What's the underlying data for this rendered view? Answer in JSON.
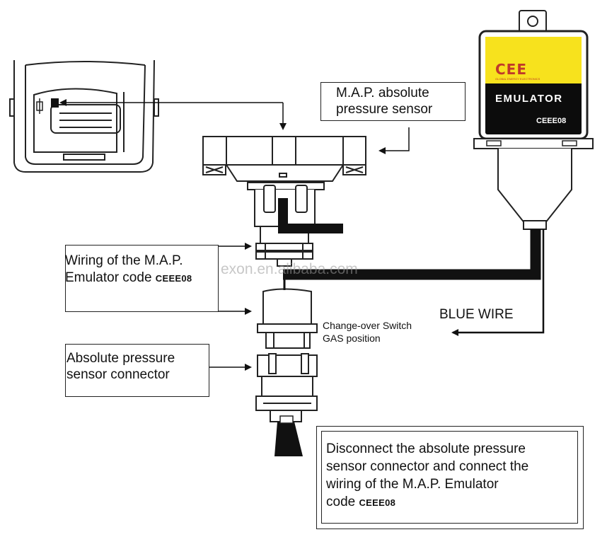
{
  "emulator": {
    "brand": "CEE",
    "tagline": "GLOBAL ENERGY ELECTRONICS",
    "title": "EMULATOR",
    "code": "CEEE08"
  },
  "labels": {
    "map_sensor_line1": "M.A.P. absolute",
    "map_sensor_line2": "pressure sensor",
    "wiring_line1": "Wiring of the M.A.P.",
    "wiring_line2": "Emulator code ",
    "wiring_code": "CEEE08",
    "connector_line1": "Absolute pressure",
    "connector_line2": "sensor connector",
    "blue_wire": "BLUE WIRE",
    "changeover_line1": "Change-over Switch",
    "changeover_line2": "GAS  position"
  },
  "instruction": {
    "line1": "Disconnect the absolute pressure",
    "line2": "sensor connector and connect the",
    "line3": "wiring of the M.A.P. Emulator",
    "line4": "code ",
    "code": "CEEE08"
  },
  "watermark": "exon.en.alibaba.com",
  "colors": {
    "emulator_yellow": "#f7e21d",
    "emulator_body": "#0c0c0c",
    "brand_red": "#c0392b",
    "line": "#111111"
  }
}
